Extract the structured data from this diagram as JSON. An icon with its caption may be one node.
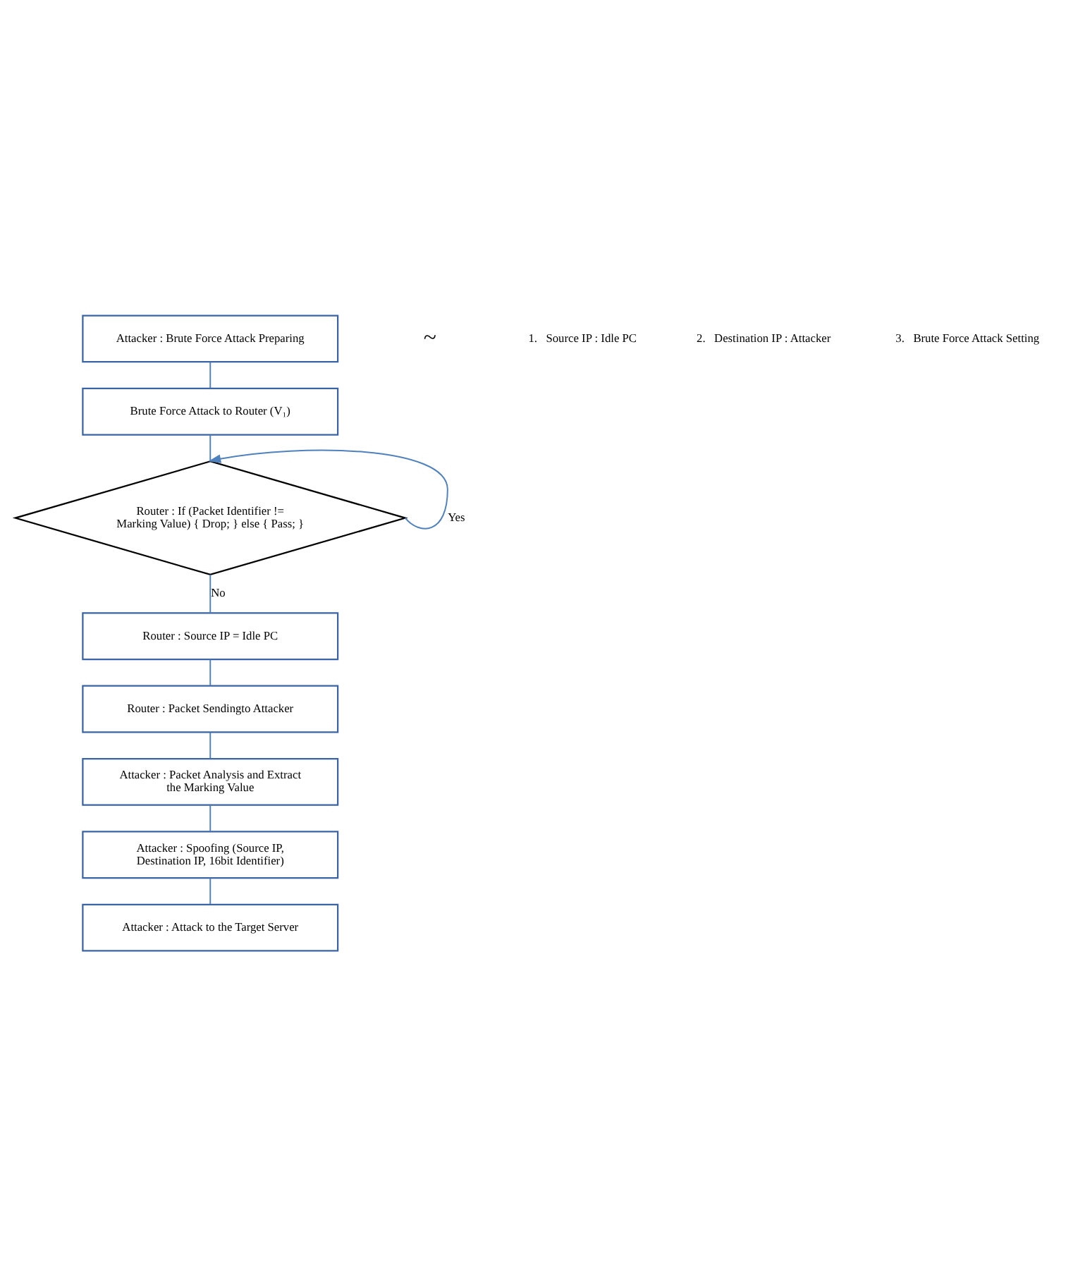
{
  "diagram": {
    "nodes": [
      {
        "text": [
          "Attacker : Brute Force Attack Preparing"
        ]
      },
      {
        "text": [
          "Brute Force Attack to Router (V₁)"
        ]
      },
      {
        "text": [
          "Router : If (Packet Identifier != Marking Value) { Drop; } else { Pass; }"
        ]
      },
      {
        "text": [
          "Router : Source IP = Idle PC"
        ]
      },
      {
        "text": [
          "Router : Packet Sendingto Attacker"
        ]
      },
      {
        "text": [
          "Attacker : Packet Analysis and Extract the Marking Value"
        ]
      },
      {
        "text": [
          "Attacker : Spoofing (Source IP, Destination IP, 16bit Identifier)"
        ]
      },
      {
        "text": [
          "Attacker : Attack to the Target Server"
        ]
      }
    ],
    "edges": [
      {
        "from": 0,
        "to": 1,
        "arrow": "none"
      },
      {
        "from": 1,
        "to": 2,
        "arrow": "none"
      },
      {
        "from": 2,
        "to": 2,
        "arrow": "to",
        "label": "Yes"
      },
      {
        "from": 2,
        "to": 3,
        "arrow": "none",
        "label": "No"
      },
      {
        "from": 3,
        "to": 4,
        "arrow": "none"
      },
      {
        "from": 4,
        "to": 5,
        "arrow": "none"
      },
      {
        "from": 5,
        "to": 6,
        "arrow": "none"
      },
      {
        "from": 6,
        "to": 7,
        "arrow": "none"
      }
    ],
    "labels": [
      "~",
      "1.   Source IP : Idle PC",
      "2.   Destination IP : Attacker",
      "3.   Brute Force Attack Setting"
    ]
  }
}
